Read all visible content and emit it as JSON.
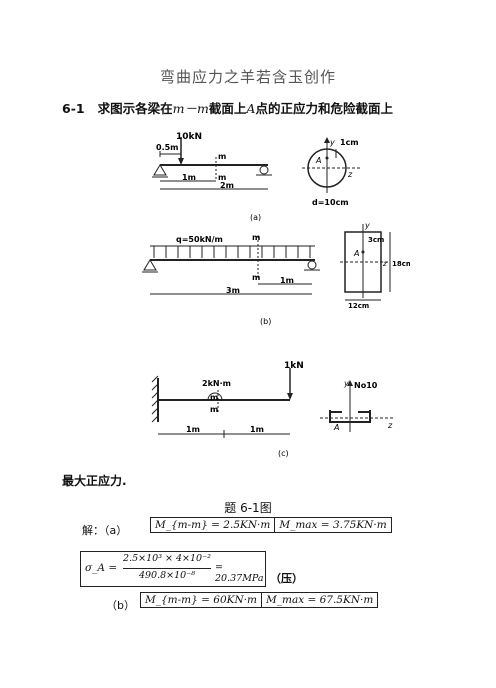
{
  "doc_title": "弯曲应力之羊若含玉创作",
  "problem": {
    "number": "6-1",
    "text_a": "求图示各梁在",
    "var_mm": "m－m",
    "text_b": "截面上",
    "var_A": "A",
    "text_c": "点的正应力和危险截面上"
  },
  "conclusion_text": "最大正应力.",
  "figure_caption": "题 6-1图",
  "fig_a": {
    "labels": [
      "10kN",
      "0.5m",
      "1m",
      "2m",
      "m",
      "m",
      "1cm",
      "y",
      "A",
      "z",
      "d=10cm",
      "(a)"
    ]
  },
  "fig_b": {
    "labels": [
      "q=50kN/m",
      "m",
      "m",
      "1m",
      "3m",
      "y",
      "3cm",
      "A",
      "18cm",
      "12cm",
      "z",
      "(b)"
    ]
  },
  "fig_c": {
    "labels": [
      "1kN",
      "2kN·m",
      "m",
      "m",
      "1m",
      "1m",
      "y",
      "No10",
      "A",
      "z",
      "(c)"
    ]
  },
  "solution": {
    "label": "解：",
    "part_a": "（a）",
    "a_m1": "M_{m-m} = 2.5KN·m",
    "a_m2": "M_max = 3.75KN·m",
    "sigma_lhs": "σ_A =",
    "sigma_num": "2.5×10³ × 4×10⁻²",
    "sigma_den": "490.8×10⁻⁸",
    "sigma_rhs": "= 20.37MPa",
    "sigma_note": "（压）",
    "part_b": "（b）",
    "b_m1": "M_{m-m} = 60KN·m",
    "b_m2": "M_max = 67.5KN·m"
  }
}
